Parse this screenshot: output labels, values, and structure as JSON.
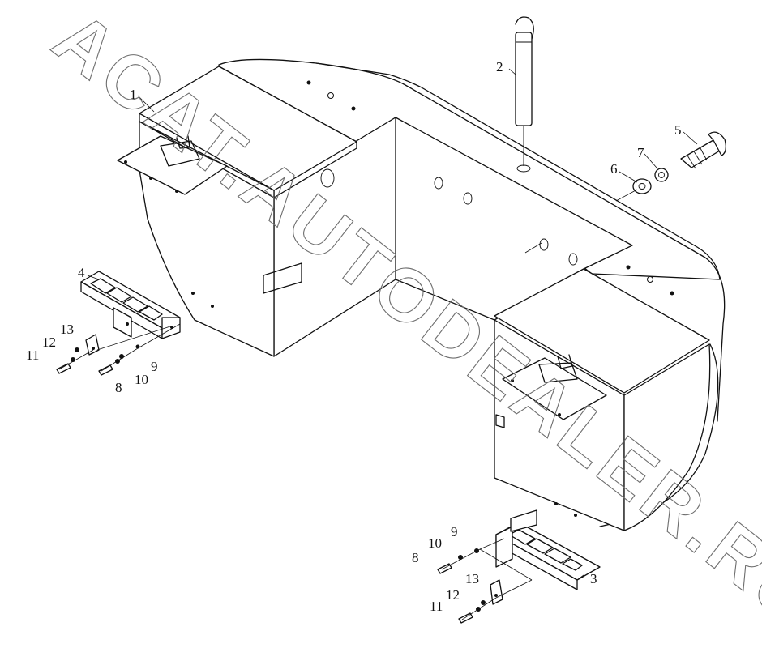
{
  "watermark": "ACAT.AUTODEALER.RU",
  "callouts": {
    "c1": "1",
    "c2": "2",
    "c3": "3",
    "c4": "4",
    "c5": "5",
    "c6": "6",
    "c7": "7",
    "c8_left": "8",
    "c9_left": "9",
    "c10_left": "10",
    "c11_left": "11",
    "c12_left": "12",
    "c13_left": "13",
    "c8_right": "8",
    "c9_right": "9",
    "c10_right": "10",
    "c11_right": "11",
    "c12_right": "12",
    "c13_right": "13"
  }
}
